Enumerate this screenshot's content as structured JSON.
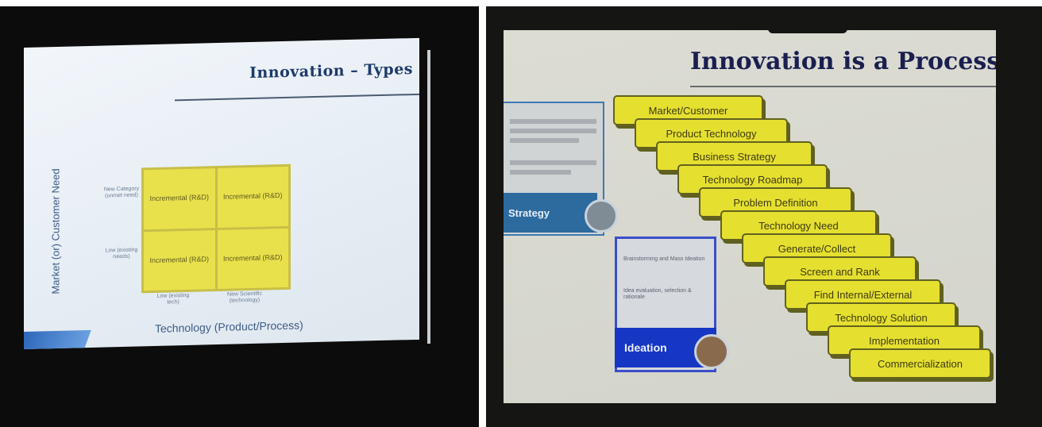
{
  "left_slide": {
    "title": "Innovation – Types",
    "y_axis_label": "Market (or) Customer Need",
    "x_axis_label": "Technology (Product/Process)",
    "y_ticks": [
      "New Category (unmet need)",
      "Low (existing needs)"
    ],
    "x_ticks": [
      "Low (existing tech)",
      "New Scientific (technology)"
    ],
    "quadrants": [
      "Incremental (R&D)",
      "Incremental (R&D)",
      "Incremental (R&D)",
      "Incremental (R&D)"
    ]
  },
  "right_slide": {
    "title": "Innovation is a Process",
    "stage_labels": {
      "strategy": "Strategy",
      "ideation": "Ideation"
    },
    "ideation_bullets": [
      "Brainstorming and Mass Ideation",
      "Idea evaluation, selection & rationale"
    ],
    "steps": [
      "Market/Customer",
      "Product Technology",
      "Business Strategy",
      "Technology Roadmap",
      "Problem Definition",
      "Technology Need",
      "Generate/Collect",
      "Screen and Rank",
      "Find Internal/External",
      "Technology Solution",
      "Implementation",
      "Commercialization"
    ]
  },
  "colors": {
    "box_yellow": "#e5df30",
    "strategy_blue": "#2d6a9e",
    "ideation_blue": "#1637c4",
    "title_navy": "#1a1f4f"
  }
}
